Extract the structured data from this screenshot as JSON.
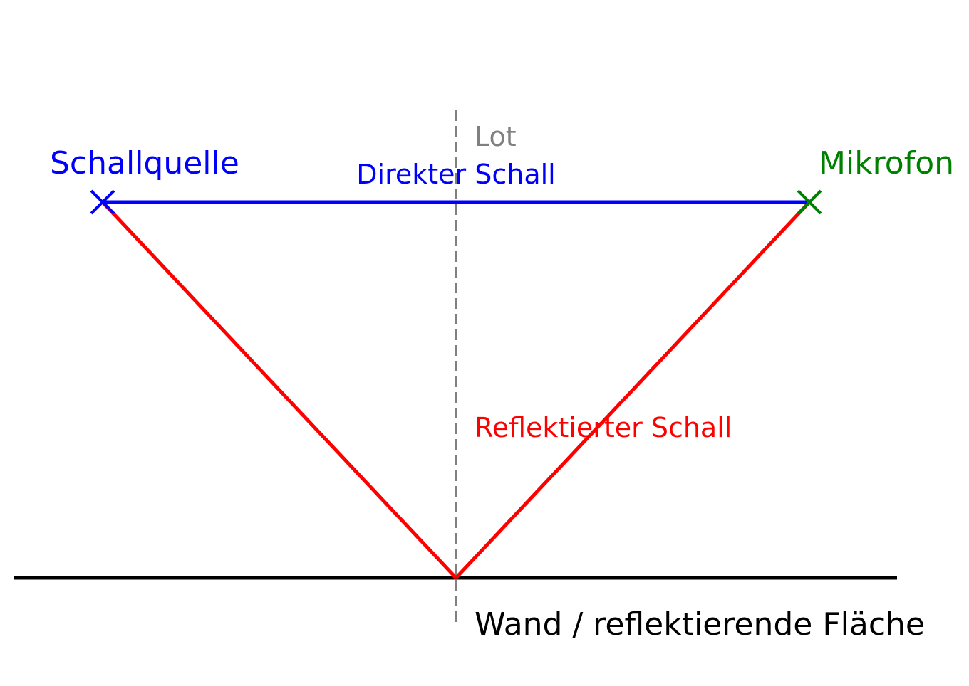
{
  "diagram": {
    "type": "acoustic-reflection",
    "labels": {
      "source": "Schallquelle",
      "microphone": "Mikrofon",
      "direct": "Direkter Schall",
      "normal": "Lot",
      "reflected": "Reflektierter Schall",
      "wall": "Wand / reflektierende Fläche"
    },
    "colors": {
      "source": "#0000ff",
      "microphone": "#008000",
      "direct": "#0000ff",
      "reflected": "#ff0000",
      "normal": "#808080",
      "wall": "#000000"
    }
  }
}
